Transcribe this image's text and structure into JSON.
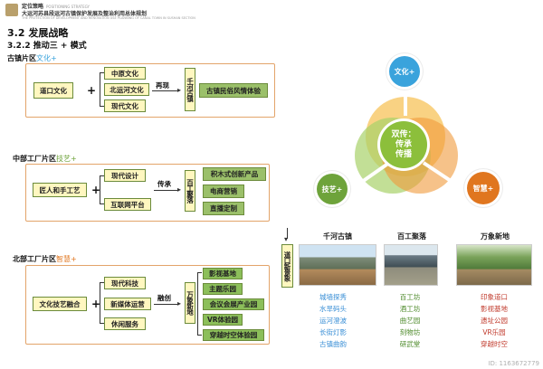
{
  "header": {
    "line1": "定位策略",
    "line1_small": "POSITIONING STRATEGY",
    "line2": "大运河苏县段运河古镇保护发展及整治利用总体规划",
    "line3": "THE PROTECTION OF DEVELOPMENT AND RENOVATION USE PLANNING OF CANAL TOWN IN SUSHAN SECTION"
  },
  "section_title": "3.2 发展战略",
  "subsection_title": "3.2.2 推动三 + 模式",
  "zones": [
    {
      "label": "古镇片区",
      "tag": "文化+",
      "left_box": "道口文化",
      "middle_boxes": [
        "中原文化",
        "北运河文化",
        "现代文化"
      ],
      "verb": "再现",
      "vertical_box": "千河古镇",
      "right_boxes": [
        "古镇民俗风情体验"
      ]
    },
    {
      "label": "中部工厂片区",
      "tag": "技艺+",
      "left_box": "匠人和手工艺",
      "middle_boxes": [
        "现代设计",
        "互联网平台"
      ],
      "verb": "传承",
      "vertical_box": "百工聚落",
      "right_boxes": [
        "积木式创新产品",
        "电商营销",
        "直播定制"
      ]
    },
    {
      "label": "北部工厂片区",
      "tag": "智慧+",
      "left_box": "文化技艺融合",
      "middle_boxes": [
        "现代科技",
        "新媒体运营",
        "休闲服务"
      ],
      "verb": "融创",
      "vertical_box": "万象新地",
      "right_boxes": [
        "影视基地",
        "主题乐园",
        "会议会展产业园",
        "VR体验园",
        "穿越时空体验园"
      ]
    }
  ],
  "diagram": {
    "top": "文化+",
    "left": "技艺+",
    "right": "智慧+",
    "core_line1": "双传：",
    "core_line2": "传承",
    "core_line3": "传播"
  },
  "new_scene_label": "道口新景象",
  "columns": [
    {
      "title": "千河古镇",
      "items": [
        "城墙探秀",
        "水旱码头",
        "运河澄波",
        "长街灯影",
        "古镇曲韵"
      ]
    },
    {
      "title": "百工聚落",
      "items": [
        "百工坊",
        "酒工坊",
        "曲艺园",
        "刻物坊",
        "研武堂"
      ]
    },
    {
      "title": "万象新地",
      "items": [
        "印象道口",
        "影视基地",
        "遗址公园",
        "VR乐园",
        "穿越时空"
      ]
    }
  ],
  "watermark": "ID: 1163672779",
  "colors": {
    "culture": "#3aa3dc",
    "skill": "#6ea33b",
    "wisdom": "#e0761f",
    "core": "#8cbf3b",
    "accent_orange": "#e3a46a",
    "box_yellow": "#fff7c0",
    "box_green": "#9bc06a"
  },
  "icons": [
    "logo-icon",
    "plus-icon",
    "arrow-right-icon",
    "arrow-down-icon"
  ]
}
